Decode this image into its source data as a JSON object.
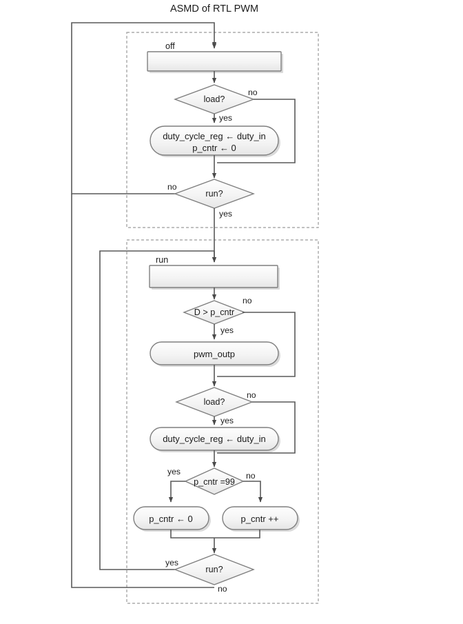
{
  "diagram": {
    "title": "ASMD of RTL PWM",
    "type": "asmd-flowchart",
    "colors": {
      "line": "#595959",
      "node_stroke": "#7f7f7f",
      "node_fill_top": "#fdfdfd",
      "node_fill_bottom": "#e8e8e8",
      "region_border": "#9a9a9a",
      "text": "#1b1b1b"
    },
    "regions": [
      {
        "id": "region-off",
        "state": "off"
      },
      {
        "id": "region-run",
        "state": "run"
      }
    ],
    "states": [
      {
        "id": "state-off",
        "label": "off"
      },
      {
        "id": "state-run",
        "label": "run"
      }
    ],
    "decisions": [
      {
        "id": "decision-load-off",
        "label": "load?"
      },
      {
        "id": "decision-run-off",
        "label": "run?"
      },
      {
        "id": "decision-d-gt-pcntr",
        "label": "D > p_cntr"
      },
      {
        "id": "decision-load-run",
        "label": "load?"
      },
      {
        "id": "decision-pcntr-99",
        "label": "p_cntr =99"
      },
      {
        "id": "decision-run-run",
        "label": "run?"
      }
    ],
    "actions": [
      {
        "id": "action-load-off",
        "line1": "duty_cycle_reg ← duty_in",
        "line2": "p_cntr ← 0"
      },
      {
        "id": "action-pwm-outp",
        "line1": "pwm_outp",
        "line2": ""
      },
      {
        "id": "action-load-run",
        "line1": "duty_cycle_reg ←  duty_in",
        "line2": ""
      },
      {
        "id": "action-pcntr-zero",
        "line1": "p_cntr ← 0",
        "line2": ""
      },
      {
        "id": "action-pcntr-inc",
        "line1": "p_cntr ++",
        "line2": ""
      }
    ],
    "edge_labels": {
      "load_off_no": "no",
      "load_off_yes": "yes",
      "run_off_no": "no",
      "run_off_yes": "yes",
      "d_gt_no": "no",
      "d_gt_yes": "yes",
      "load_run_no": "no",
      "load_run_yes": "yes",
      "pcntr99_yes": "yes",
      "pcntr99_no": "no",
      "run_run_yes": "yes",
      "run_run_no": "no"
    }
  }
}
